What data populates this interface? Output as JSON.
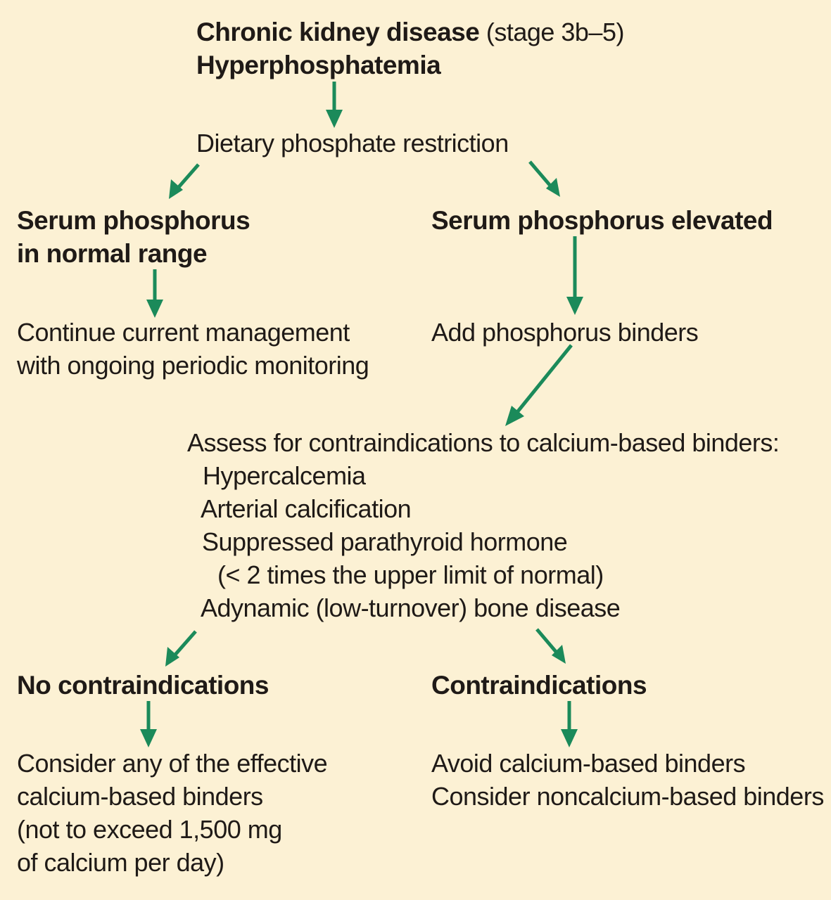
{
  "title": {
    "bold": "Chronic kidney disease",
    "stage": " (stage 3b–5)",
    "line2": "Hyperphosphatemia"
  },
  "nodes": {
    "diet": "Dietary phosphate restriction",
    "normal": [
      "Serum phosphorus",
      "in normal range"
    ],
    "elevated": "Serum phosphorus elevated",
    "continue": [
      "Continue current management",
      "with ongoing periodic monitoring"
    ],
    "binders": "Add phosphorus binders",
    "assess": {
      "heading": "Assess for contraindications to calcium-based binders:",
      "items": [
        "Hypercalcemia",
        "Arterial calcification",
        "Suppressed parathyroid hormone",
        "(< 2 times the upper limit of normal)",
        "Adynamic (low-turnover) bone disease"
      ]
    },
    "no_ci": "No contraindications",
    "ci": "Contraindications",
    "consider": [
      "Consider any of the effective",
      "calcium-based binders",
      "(not to exceed 1,500 mg",
      "of calcium per day)"
    ],
    "avoid": [
      "Avoid calcium-based binders",
      "Consider noncalcium-based binders"
    ]
  },
  "colors": {
    "background": "#fcf1d4",
    "arrow": "#1b8a5a",
    "text": "#1f1a17"
  }
}
